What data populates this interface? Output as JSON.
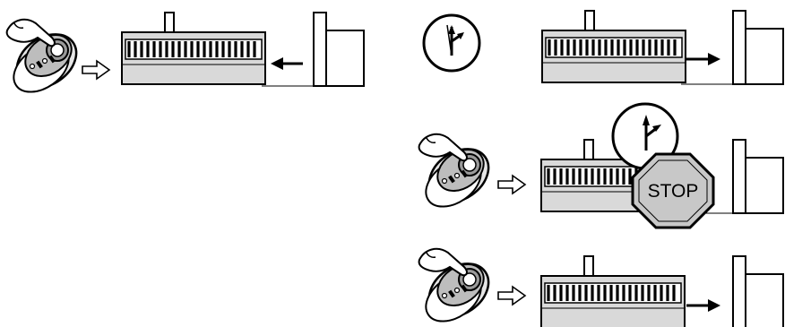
{
  "diagram": {
    "stop_sign_label": "STOP",
    "colors": {
      "line": "#000000",
      "background": "#ffffff",
      "gate_fill": "#d9d9d9",
      "remote_fill": "#e6e6e6",
      "remote_button": "#9a9a9a",
      "stop_sign_fill": "#c8c8c8"
    },
    "icons": [
      "hand-pressing-remote-icon",
      "clock-icon",
      "stop-sign-icon",
      "hollow-arrow-icon",
      "sliding-gate-icon",
      "gate-post-icon",
      "motion-arrow-icon"
    ],
    "steps": [
      {
        "name": "step-press-remote-gate-closes",
        "trigger": "remote",
        "gate_motion": "closing"
      },
      {
        "name": "step-timer-gate-opens",
        "trigger": "timer",
        "gate_motion": "opening"
      },
      {
        "name": "step-press-remote-during-timer-stop",
        "trigger": "remote",
        "gate_motion": "stopped"
      },
      {
        "name": "step-press-remote-gate-opens",
        "trigger": "remote",
        "gate_motion": "opening"
      }
    ]
  }
}
